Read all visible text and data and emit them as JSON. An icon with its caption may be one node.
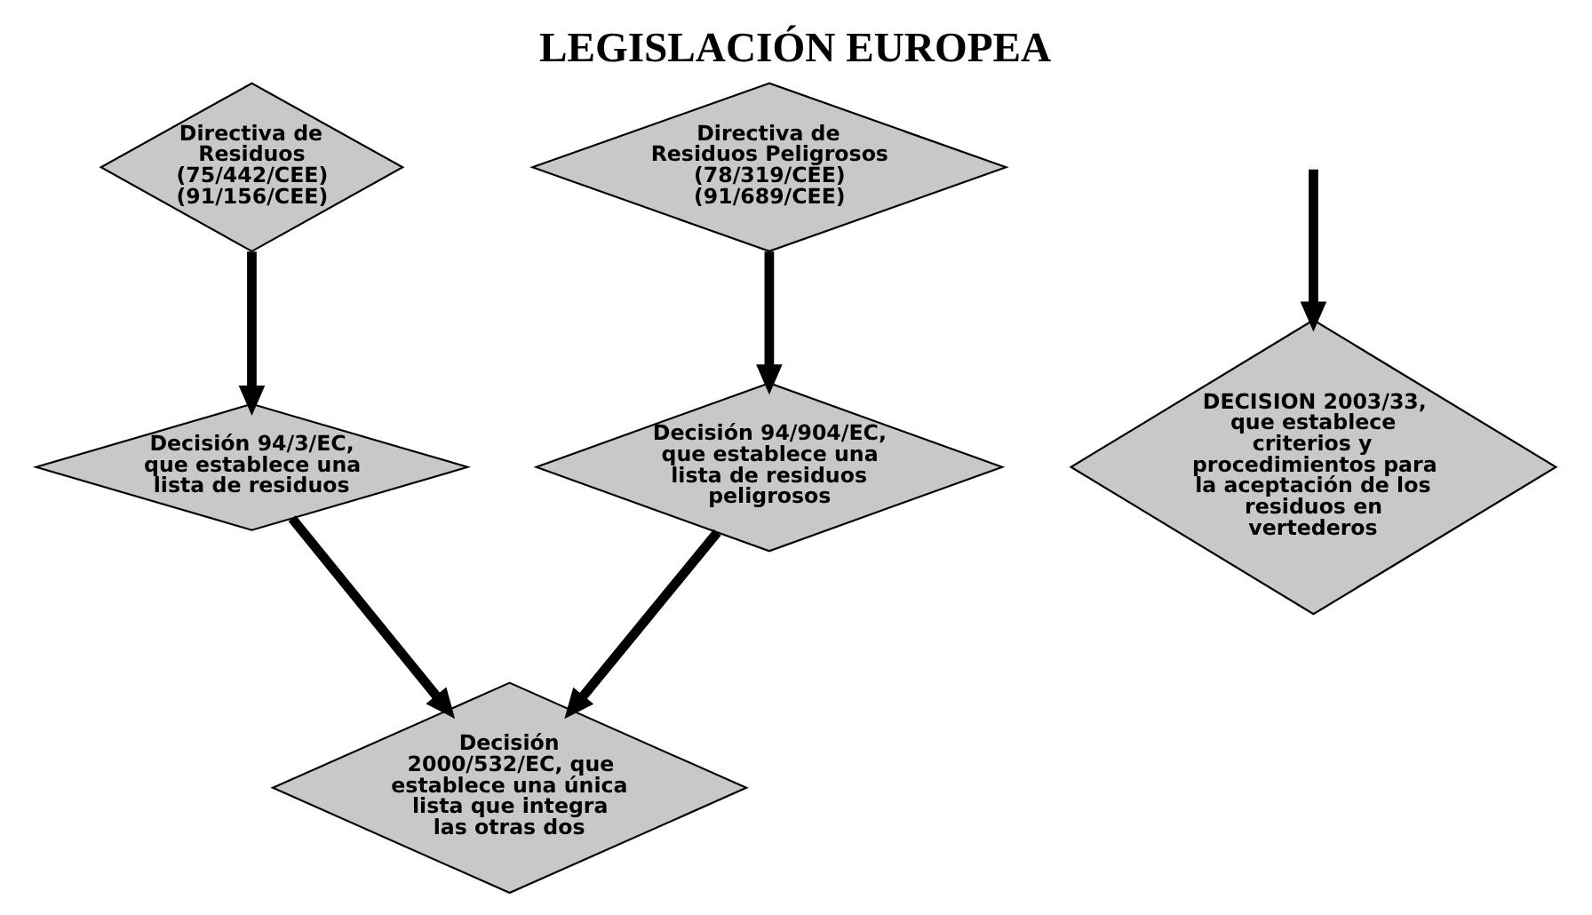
{
  "diagram": {
    "title": "LEGISLACIÓN EUROPEA",
    "nodes": [
      {
        "text": [
          "Directiva de Residuos",
          "(75/442/CEE)",
          "(91/156/CEE)"
        ]
      },
      {
        "text": [
          "Directiva de Residuos Peligrosos",
          "(78/319/CEE)",
          "(91/689/CEE)"
        ]
      },
      {
        "text": [
          "Decisión 94/3/EC, que establece una lista de residuos"
        ]
      },
      {
        "text": [
          "Decisión 94/904/EC, que establece una lista de residuos peligrosos"
        ]
      },
      {
        "text": [
          "DECISION 2003/33, que establece criterios y procedimientos para la aceptación de los residuos en vertederos"
        ]
      },
      {
        "text": [
          "Decisión 2000/532/EC, que establece una única lista que integra las otras dos"
        ]
      }
    ],
    "edges": [
      {
        "from": 0,
        "to": 2,
        "arrow": "to"
      },
      {
        "from": 1,
        "to": 3,
        "arrow": "to"
      },
      {
        "from": 2,
        "to": 5,
        "arrow": "to"
      },
      {
        "from": 3,
        "to": 5,
        "arrow": "to"
      },
      {
        "from": null,
        "to": 4,
        "arrow": "to"
      }
    ]
  }
}
